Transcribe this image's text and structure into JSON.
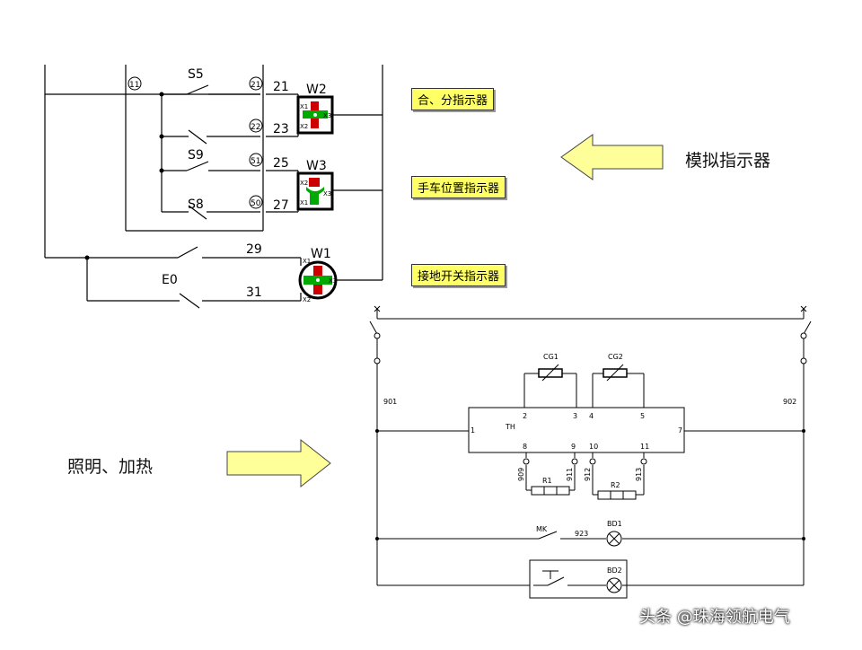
{
  "indicators": {
    "box1": "合、分指示器",
    "box2": "手车位置指示器",
    "box3": "接地开关指示器",
    "sim_label": "模拟指示器"
  },
  "lighting_label": "照明、加热",
  "watermark": "头条 @珠海领航电气",
  "top_circuit": {
    "switches": {
      "s5": "S5",
      "s9": "S9",
      "s8": "S8",
      "e0": "E0"
    },
    "terminals": {
      "t11": "11",
      "t21c": "21",
      "t22c": "22",
      "t51c": "51",
      "t50c": "50"
    },
    "wires": {
      "w21": "21",
      "w23": "23",
      "w25": "25",
      "w27": "27",
      "w29": "29",
      "w31": "31"
    },
    "indicators": {
      "w2": "W2",
      "w3": "W3",
      "w1": "W1"
    },
    "pins": {
      "x1": "X1",
      "x2": "X2",
      "x3": "X3"
    }
  },
  "bottom_circuit": {
    "wire901": "901",
    "wire902": "902",
    "cg1": "CG1",
    "cg2": "CG2",
    "th": "TH",
    "pins": {
      "p1": "1",
      "p2": "2",
      "p3": "3",
      "p4": "4",
      "p5": "5",
      "p7": "7",
      "p8": "8",
      "p9": "9",
      "p10": "10",
      "p11": "11"
    },
    "r1": "R1",
    "r2": "R2",
    "wire909": "909",
    "wire911": "911",
    "wire912": "912",
    "wire913": "913",
    "mk": "MK",
    "wire923": "923",
    "bd1": "BD1",
    "bd2": "BD2"
  },
  "colors": {
    "label_fill": "#ffff66",
    "arrow_fill": "#ffff99",
    "indicator_red": "#cc0000",
    "indicator_green": "#00aa00"
  }
}
